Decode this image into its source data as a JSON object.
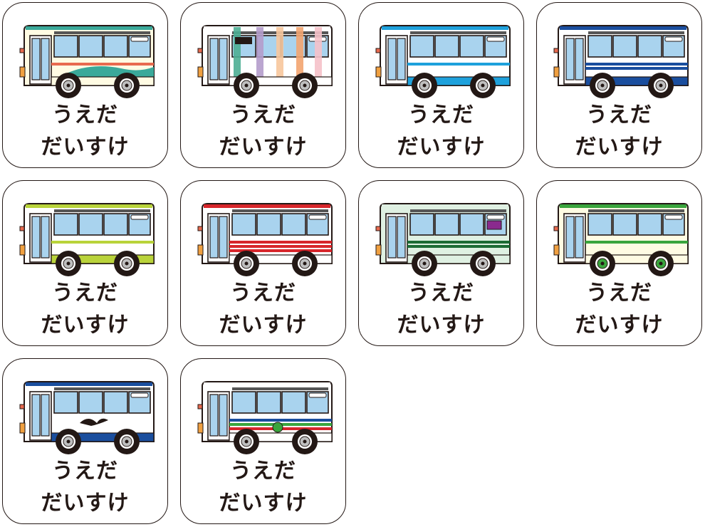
{
  "sheet": {
    "labels": [
      {
        "line1": "うえだ",
        "line2": "だいすけ",
        "style": "wave-cream"
      },
      {
        "line1": "うえだ",
        "line2": "だいすけ",
        "style": "pastel-stripes"
      },
      {
        "line1": "うえだ",
        "line2": "だいすけ",
        "style": "sky-blue"
      },
      {
        "line1": "うえだ",
        "line2": "だいすけ",
        "style": "navy-lines"
      },
      {
        "line1": "うえだ",
        "line2": "だいすけ",
        "style": "lime-green"
      },
      {
        "line1": "うえだ",
        "line2": "だいすけ",
        "style": "red-stripes"
      },
      {
        "line1": "うえだ",
        "line2": "だいすけ",
        "style": "mint-darkgreen"
      },
      {
        "line1": "うえだ",
        "line2": "だいすけ",
        "style": "cream-green"
      },
      {
        "line1": "うえだ",
        "line2": "だいすけ",
        "style": "blue-bird"
      },
      {
        "line1": "うえだ",
        "line2": "だいすけ",
        "style": "white-green-red"
      }
    ]
  },
  "palette": {
    "outline": "#231815",
    "window": "#a9d3ee",
    "wheel": "#231815",
    "hub": "#bfbfbf"
  },
  "bus_styles": {
    "wave-cream": {
      "body": "#fffbe3",
      "roof": "#3aa99a",
      "stripes": [
        "#e86a4f"
      ],
      "wave": "#3aa99a",
      "bottom": "#fffbe3"
    },
    "pastel-stripes": {
      "body": "#ffffff",
      "roof": "#ffffff",
      "stripes": [],
      "bands": [
        "#4cae93",
        "#b49ccb",
        "#f7c79c",
        "#f3a46f",
        "#f5c1c9"
      ],
      "bottom": "#ffffff"
    },
    "sky-blue": {
      "body": "#ffffff",
      "roof": "#1ea1dc",
      "stripes": [
        "#1ea1dc"
      ],
      "bottom": "#1ea1dc"
    },
    "navy-lines": {
      "body": "#ffffff",
      "roof": "#1a4e9e",
      "stripes": [
        "#1a4e9e",
        "#1a4e9e"
      ],
      "bottom": "#1a4e9e"
    },
    "lime-green": {
      "body": "#ffffff",
      "roof": "#b9d33a",
      "stripes": [
        "#b9d33a"
      ],
      "bottom": "#b9d33a"
    },
    "red-stripes": {
      "body": "#ffffff",
      "roof": "#d7262b",
      "stripes": [
        "#d7262b",
        "#d7262b",
        "#d7262b"
      ],
      "bottom": "#ffffff"
    },
    "mint-darkgreen": {
      "body": "#dff0e2",
      "roof": "#dff0e2",
      "stripes": [
        "#1c6b34",
        "#1c6b34"
      ],
      "bottom": "#dff0e2",
      "sign": "#8a2a8e"
    },
    "cream-green": {
      "body": "#fffbe3",
      "roof": "#3aa53d",
      "stripes": [
        "#3aa53d"
      ],
      "bottom": "#fffbe3",
      "hub": "#3aa53d"
    },
    "blue-bird": {
      "body": "#ffffff",
      "roof": "#1a4e9e",
      "stripes": [],
      "bottom": "#1a4e9e",
      "bird": "#231815"
    },
    "white-green-red": {
      "body": "#ffffff",
      "roof": "#ffffff",
      "stripes": [
        "#1a4e9e",
        "#3aa53d",
        "#d7262b"
      ],
      "bottom": "#ffffff",
      "emblem": "#3aa53d"
    }
  }
}
